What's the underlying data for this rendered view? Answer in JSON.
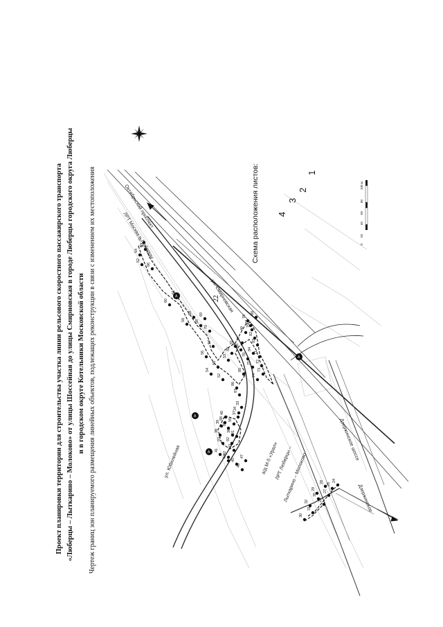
{
  "page_number": "22",
  "title": {
    "line1": "Проект планировки территории для строительства участка линии рельсового скоростного пассажирского транспорта",
    "line2": "«Люберцы – Лыткарино – Молоково» от улицы Шоссейная до улицы Смирновская в городе Люберцы городского округа Люберцы",
    "line3": "и в городском округе Котельники Московской области"
  },
  "caption": "Чертеж границ зон планируемого размещения линейных объектов, подлежащих реконструкции в связи с изменением их местоположения",
  "map_labels": {
    "oktyabrsky": "Октябрьский проспект",
    "lrt_moscow": "ЛРТ Москва – Люберцы",
    "smirnovskaya": "ул. Смирновская",
    "yubileynaya": "ул. Юбилейная",
    "m5": "а/д М-5 «Урал»",
    "lrt_lytkarino": "ЛРТ Люберцы –",
    "lrt_lytkarino2": "Лыткарино – Молоково",
    "dzerzhinskoe": "Дзержинское шоссе",
    "dzerzhinskoe2": "Дзержинское"
  },
  "scheme": {
    "title": "Схема расположения листов:",
    "sheets": [
      "4",
      "3",
      "2",
      "1"
    ]
  },
  "scale": {
    "labels": [
      "0",
      "20",
      "40",
      "60",
      "80",
      "100 м"
    ]
  },
  "point_labels": [
    "62",
    "63",
    "64",
    "65",
    "66",
    "60",
    "61",
    "58",
    "59",
    "68",
    "69",
    "70",
    "56",
    "57",
    "54",
    "55",
    "52",
    "53",
    "50",
    "51",
    "48",
    "49",
    "81",
    "82",
    "83",
    "84",
    "71",
    "72",
    "73",
    "74",
    "75",
    "76",
    "77",
    "78",
    "79",
    "80",
    "85",
    "86",
    "87",
    "88",
    "89",
    "90",
    "91",
    "92",
    "93",
    "38",
    "39",
    "40",
    "41",
    "42",
    "43",
    "44",
    "45",
    "46",
    "47",
    "36",
    "37",
    "33",
    "34",
    "35",
    "32",
    "31",
    "30",
    "29",
    "28",
    "27",
    "26",
    "25",
    "24"
  ],
  "colors": {
    "ink": "#111111",
    "light": "#bbbbbb",
    "mid": "#777777"
  }
}
